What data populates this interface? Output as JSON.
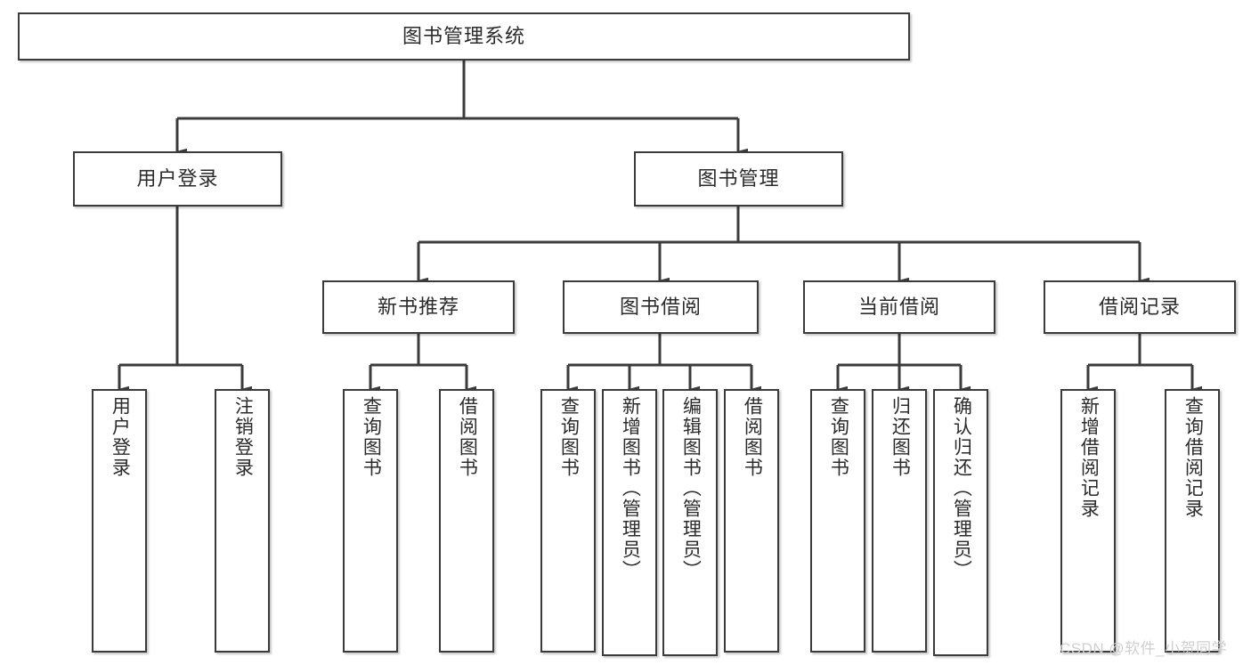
{
  "diagram": {
    "type": "tree",
    "title": "图书管理系统",
    "root": {
      "label": "图书管理系统"
    },
    "level2": [
      {
        "label": "用户登录"
      },
      {
        "label": "图书管理"
      }
    ],
    "level3": [
      {
        "label": "新书推荐"
      },
      {
        "label": "图书借阅"
      },
      {
        "label": "当前借阅"
      },
      {
        "label": "借阅记录"
      }
    ],
    "leaves": {
      "user_login": [
        {
          "label": "用户登录"
        },
        {
          "label": "注销登录"
        }
      ],
      "new_book_recommend": [
        {
          "label": "查询图书"
        },
        {
          "label": "借阅图书"
        }
      ],
      "book_borrow": [
        {
          "label": "查询图书"
        },
        {
          "label": "新增图书（管理员）"
        },
        {
          "label": "编辑图书（管理员）"
        },
        {
          "label": "借阅图书"
        }
      ],
      "current_borrow": [
        {
          "label": "查询图书"
        },
        {
          "label": "归还图书"
        },
        {
          "label": "确认归还（管理员）"
        }
      ],
      "borrow_record": [
        {
          "label": "新增借阅记录"
        },
        {
          "label": "查询借阅记录"
        }
      ]
    }
  },
  "watermark": {
    "text": "CSDN @软件_小贺同学"
  },
  "colors": {
    "stroke": "#3b3b3b",
    "text": "#2b2b2b",
    "background": "#ffffff",
    "watermark": "#cfcfcf"
  }
}
